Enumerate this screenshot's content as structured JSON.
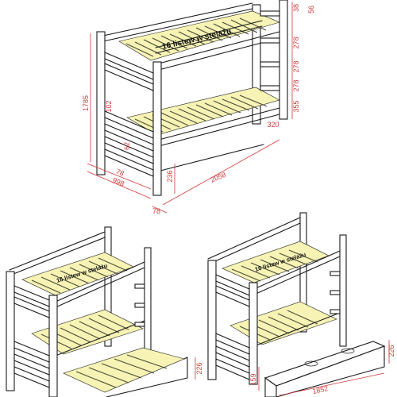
{
  "top_view": {
    "slat_label": "16 listew w stelażu",
    "dims": {
      "height": "1785",
      "total_length": "2058",
      "width_outer": "998",
      "post_a": "78",
      "post_b": "78",
      "rail_236": "236",
      "ladder_38": "38",
      "ladder_56": "56",
      "ladder_278a": "278",
      "ladder_278b": "278",
      "ladder_278c": "278",
      "ladder_355": "355",
      "ladder_320": "320",
      "v_102": "102",
      "v_62": "62"
    }
  },
  "bottom_left_view": {
    "slat_label": "16 listew w stelażu",
    "dims": {
      "pullout_h": "226"
    }
  },
  "bottom_right_view": {
    "slat_label": "16 listew w stelażu",
    "dims": {
      "drawer_h_left": "159",
      "drawer_h_right": "226",
      "drawer_w": "1852"
    }
  }
}
